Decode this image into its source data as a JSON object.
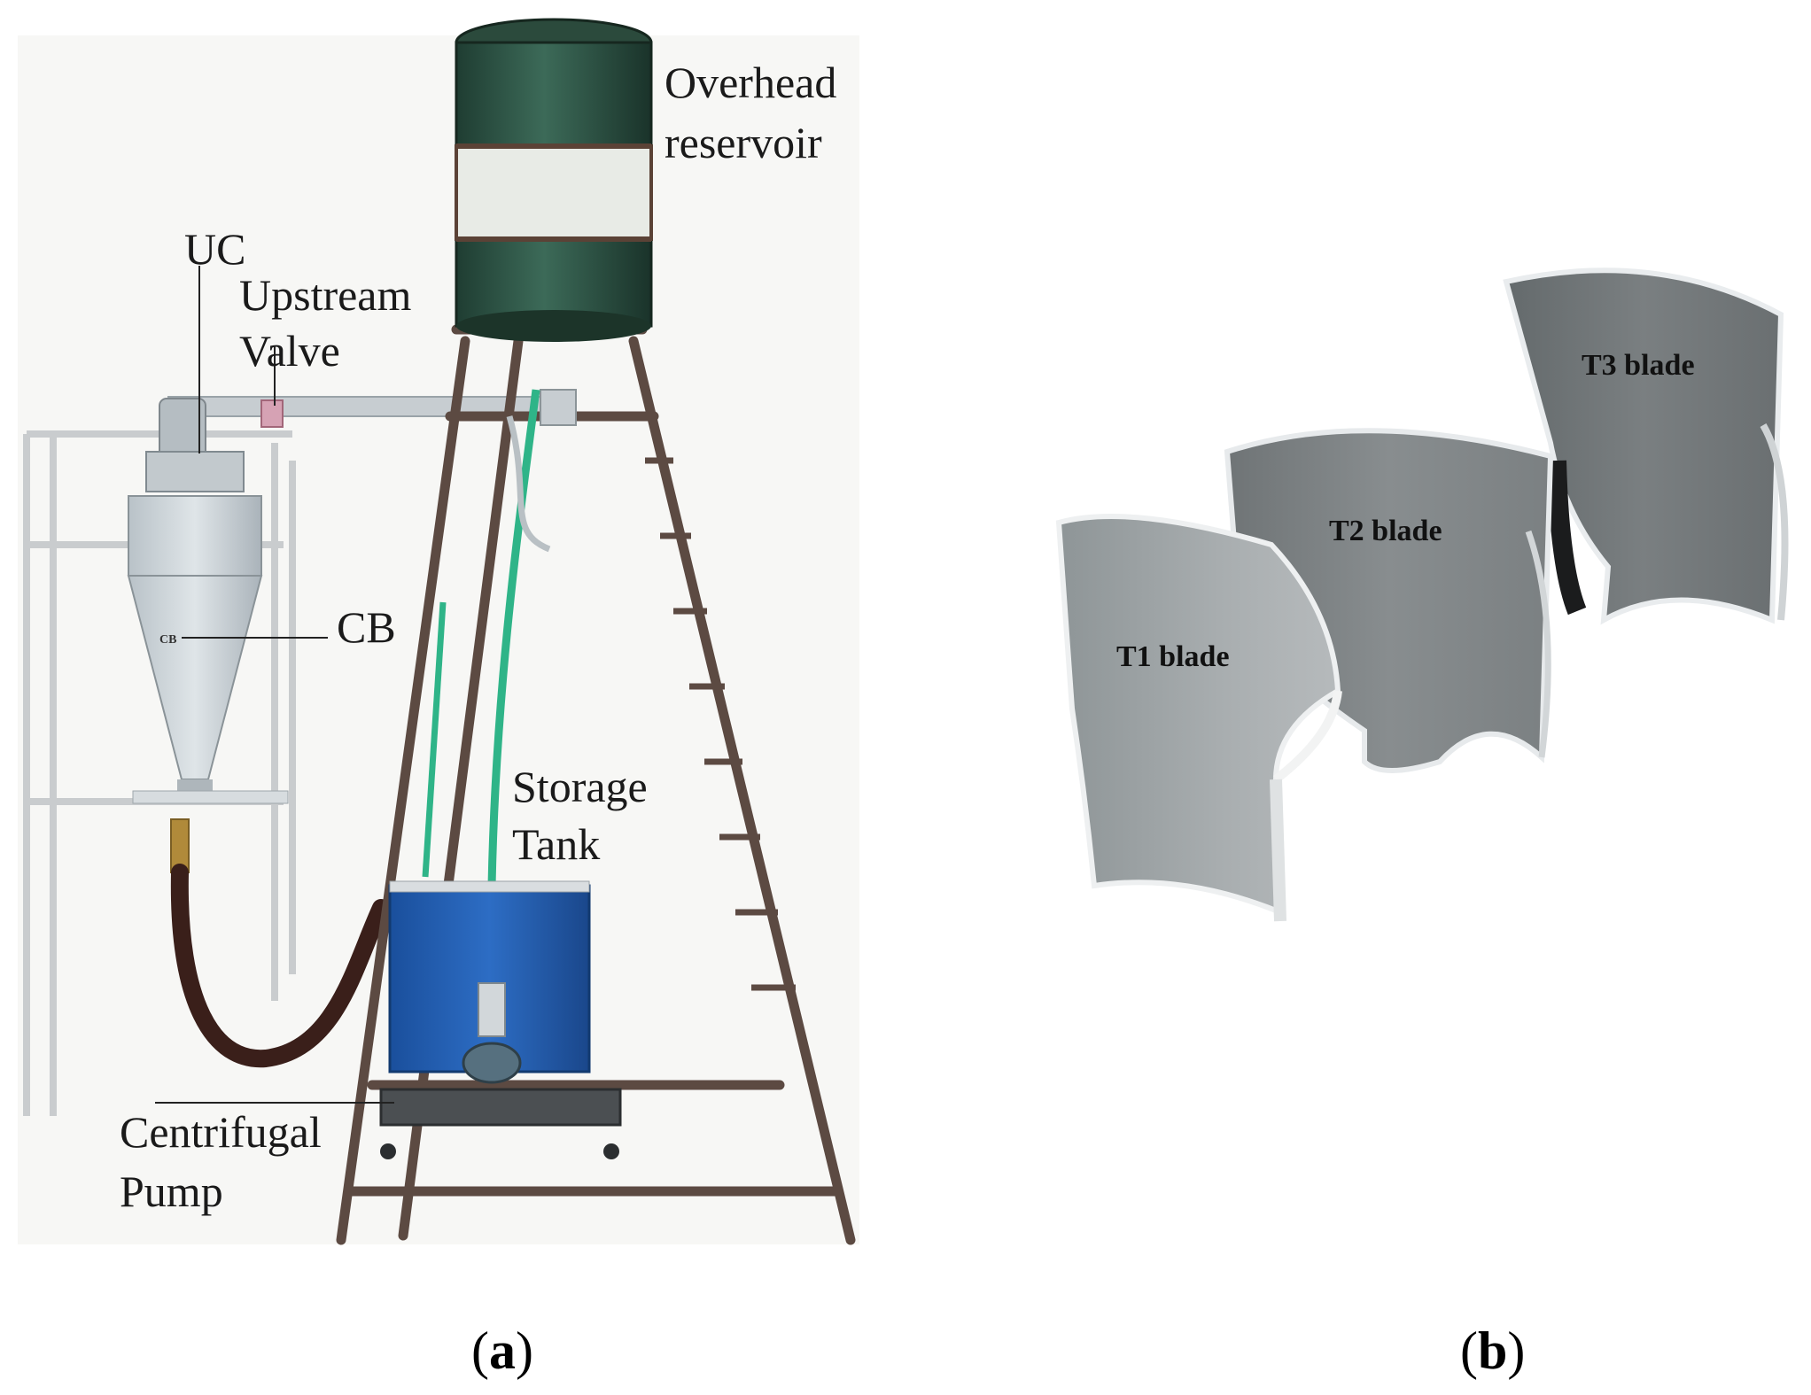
{
  "panel_a": {
    "labels": {
      "overhead_line1": "Overhead",
      "overhead_line2": "reservoir",
      "uc": "UC",
      "upstream_line1": "Upstream",
      "upstream_line2": "Valve",
      "cb": "CB",
      "cb_tag": "CB",
      "storage_line1": "Storage",
      "storage_line2": "Tank",
      "pump_line1": "Centrifugal",
      "pump_line2": "Pump"
    },
    "caption": {
      "open": "(",
      "letter": "a",
      "close": ")"
    }
  },
  "panel_b": {
    "blades": [
      "T1 blade",
      "T2 blade",
      "T3 blade"
    ],
    "caption": {
      "open": "(",
      "letter": "b",
      "close": ")"
    }
  }
}
